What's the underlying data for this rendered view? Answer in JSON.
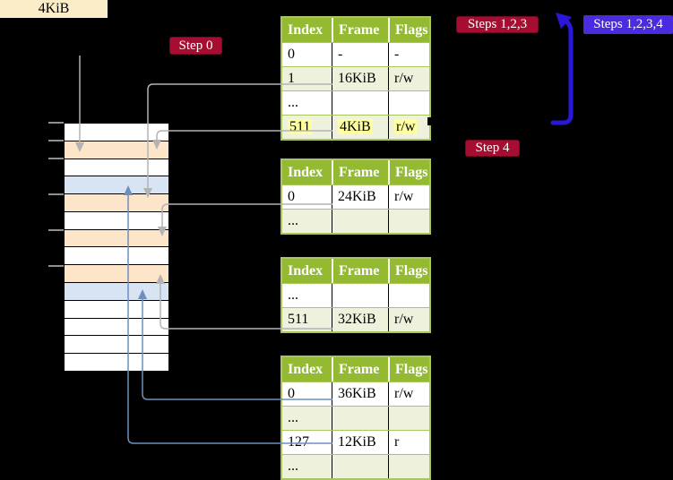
{
  "labels": {
    "frame_label": "4KiB",
    "step0": "Step 0",
    "steps123": "Steps 1,2,3",
    "steps1234": "Steps 1,2,3,4",
    "step4": "Step 4"
  },
  "colors": {
    "badge_red": "#a60d31",
    "badge_red_border": "#730a23",
    "badge_blue": "#4b2be0",
    "header_green": "#94ba32",
    "border_green": "#a9c55e",
    "row_green": "#eef2dc",
    "highlight_yellow": "#ffff9e",
    "strip_peach": "#fde5ca",
    "strip_blue": "#d8e4f4",
    "frame_label_bg": "#fcedc9",
    "connector_gray": "#b3b3b3",
    "connector_blue": "#6b8fc0",
    "arrow_indigo": "#2b17d8"
  },
  "memory_strip": {
    "row_colors": [
      "white",
      "peach",
      "white",
      "blue",
      "peach",
      "white",
      "peach",
      "white",
      "peach",
      "blue",
      "white",
      "white",
      "white",
      "white"
    ]
  },
  "page_tables": [
    {
      "columns": [
        "Index",
        "Frame",
        "Flags"
      ],
      "rows": [
        {
          "cells": [
            "0",
            "-",
            "-"
          ],
          "shaded": false,
          "highlight": false
        },
        {
          "cells": [
            "1",
            "16KiB",
            "r/w"
          ],
          "shaded": true,
          "highlight": false
        },
        {
          "cells": [
            "...",
            "",
            ""
          ],
          "shaded": false,
          "highlight": false
        },
        {
          "cells": [
            "511",
            "4KiB",
            "r/w"
          ],
          "shaded": true,
          "highlight": true
        }
      ]
    },
    {
      "columns": [
        "Index",
        "Frame",
        "Flags"
      ],
      "rows": [
        {
          "cells": [
            "0",
            "24KiB",
            "r/w"
          ],
          "shaded": false,
          "highlight": false
        },
        {
          "cells": [
            "...",
            "",
            ""
          ],
          "shaded": true,
          "highlight": false
        }
      ]
    },
    {
      "columns": [
        "Index",
        "Frame",
        "Flags"
      ],
      "rows": [
        {
          "cells": [
            "...",
            "",
            ""
          ],
          "shaded": false,
          "highlight": false
        },
        {
          "cells": [
            "511",
            "32KiB",
            "r/w"
          ],
          "shaded": true,
          "highlight": false
        }
      ]
    },
    {
      "columns": [
        "Index",
        "Frame",
        "Flags"
      ],
      "rows": [
        {
          "cells": [
            "0",
            "36KiB",
            "r/w"
          ],
          "shaded": false,
          "highlight": false
        },
        {
          "cells": [
            "...",
            "",
            ""
          ],
          "shaded": true,
          "highlight": false
        },
        {
          "cells": [
            "127",
            "12KiB",
            "r"
          ],
          "shaded": false,
          "highlight": false
        },
        {
          "cells": [
            "...",
            "",
            ""
          ],
          "shaded": true,
          "highlight": false
        }
      ]
    }
  ]
}
